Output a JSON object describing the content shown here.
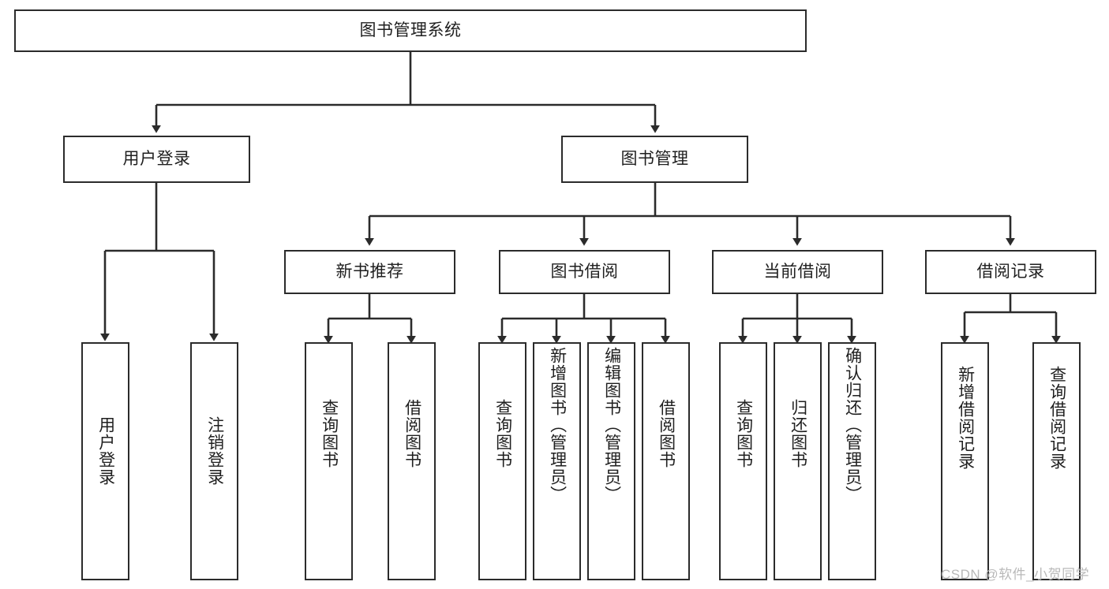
{
  "diagram": {
    "title": "图书管理系统",
    "type": "hierarchy-tree",
    "colors": {
      "stroke": "#2b2b2b",
      "fill": "#ffffff",
      "text": "#1f1f1f",
      "watermark": "#b9b9b9"
    },
    "nodes": {
      "root": {
        "label": "图书管理系统"
      },
      "level1": [
        {
          "id": "user-login",
          "label": "用户登录"
        },
        {
          "id": "book-management",
          "label": "图书管理"
        }
      ],
      "level2": [
        {
          "id": "new-book-recommend",
          "label": "新书推荐"
        },
        {
          "id": "book-borrow",
          "label": "图书借阅"
        },
        {
          "id": "current-borrow",
          "label": "当前借阅"
        },
        {
          "id": "borrow-record",
          "label": "借阅记录"
        }
      ],
      "leaves": {
        "user-login": [
          {
            "id": "leaf-user-login",
            "label": "用户登录"
          },
          {
            "id": "leaf-logout-login",
            "label": "注销登录"
          }
        ],
        "new-book-recommend": [
          {
            "id": "leaf-query-book-1",
            "label": "查询图书"
          },
          {
            "id": "leaf-borrow-book-1",
            "label": "借阅图书"
          }
        ],
        "book-borrow": [
          {
            "id": "leaf-query-book-2",
            "label": "查询图书"
          },
          {
            "id": "leaf-add-book",
            "label": "新增图书（管理员）"
          },
          {
            "id": "leaf-edit-book",
            "label": "编辑图书（管理员）"
          },
          {
            "id": "leaf-borrow-book-2",
            "label": "借阅图书"
          }
        ],
        "current-borrow": [
          {
            "id": "leaf-query-book-3",
            "label": "查询图书"
          },
          {
            "id": "leaf-return-book",
            "label": "归还图书"
          },
          {
            "id": "leaf-confirm-return",
            "label": "确认归还（管理员）"
          }
        ],
        "borrow-record": [
          {
            "id": "leaf-add-record",
            "label": "新增借阅记录"
          },
          {
            "id": "leaf-query-record",
            "label": "查询借阅记录"
          }
        ]
      }
    },
    "watermark": "CSDN @软件_小贺同学"
  }
}
